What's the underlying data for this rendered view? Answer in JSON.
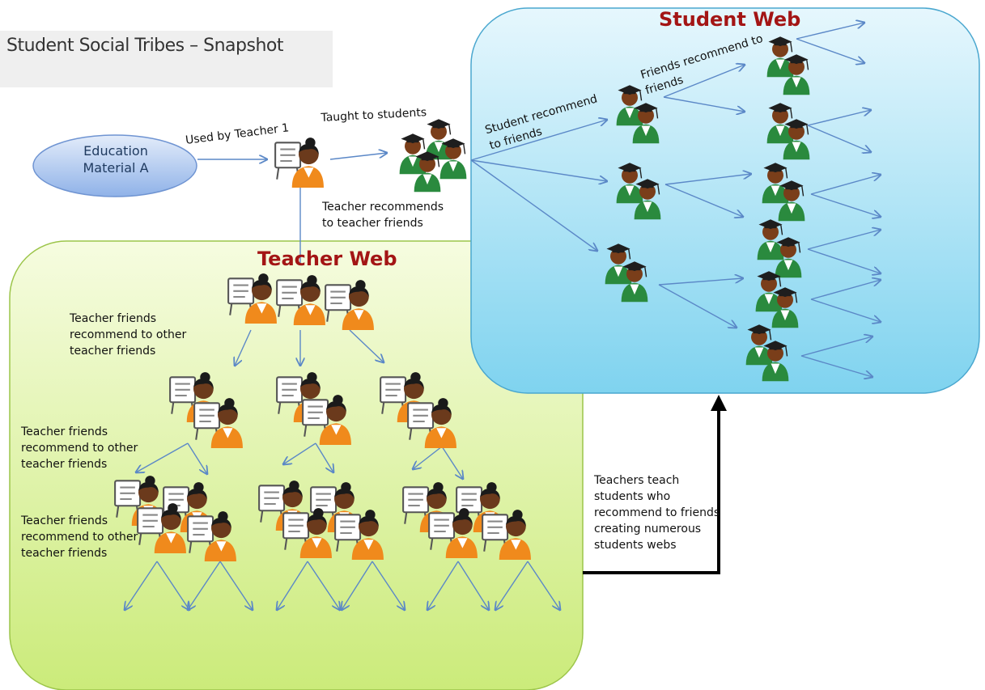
{
  "page_title": "Student Social Tribes – Snapshot",
  "student_web": {
    "title": "Student Web"
  },
  "teacher_web": {
    "title": "Teacher Web"
  },
  "education_material": {
    "line1": "Education",
    "line2": "Material A"
  },
  "labels": {
    "used_by_teacher": "Used by Teacher 1",
    "taught_to_students": "Taught to students",
    "student_recommend_1": "Student recommend",
    "student_recommend_2": "to friends",
    "friends_recommend_1": "Friends recommend to",
    "friends_recommend_2": "friends",
    "teacher_recommends_1": "Teacher recommends",
    "teacher_recommends_2": "to teacher friends",
    "tf_a_1": "Teacher friends",
    "tf_a_2": "recommend to other",
    "tf_a_3": "teacher friends",
    "tf_b_1": "Teacher friends",
    "tf_b_2": "recommend to other",
    "tf_b_3": "teacher friends",
    "tf_c_1": "Teacher friends",
    "tf_c_2": "recommend to other",
    "tf_c_3": "teacher friends",
    "teachers_teach_1": "Teachers teach",
    "teachers_teach_2": "students who",
    "teachers_teach_3": "recommend to friends",
    "teachers_teach_4": "creating numerous",
    "teachers_teach_5": "students webs"
  },
  "colors": {
    "student_bg": "#b8e6f5",
    "teacher_bg": "#e6f5b3",
    "arrow": "#5b88c7",
    "title_red": "#a31515",
    "teacher_skin": "#f08a1c",
    "student_gown": "#2a8a3e"
  },
  "icons": {
    "teacher": "teacher-icon",
    "student": "student-group-icon"
  }
}
